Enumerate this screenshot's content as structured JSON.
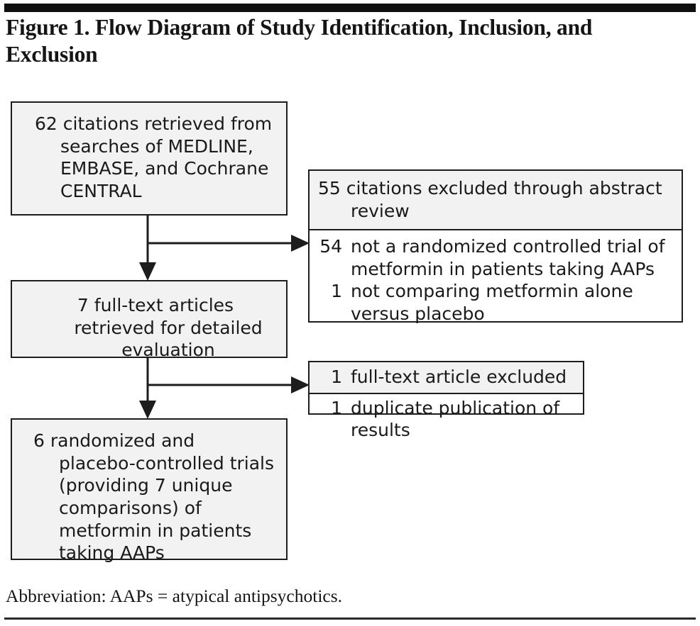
{
  "figure": {
    "title": "Figure 1. Flow Diagram of Study Identification, Inclusion, and Exclusion",
    "footnote": "Abbreviation: AAPs = atypical antipsychotics."
  },
  "flow": {
    "box_identified": "62 citations retrieved from searches of MEDLINE, EMBASE, and Cochrane CENTRAL",
    "box_fulltext": "7 full-text articles retrieved for detailed evaluation",
    "box_included": "6 randomized and placebo-controlled trials (providing 7 unique comparisons) of metformin in patients taking AAPs",
    "exclusion_abstract": {
      "header": "55 citations excluded through abstract review",
      "items": [
        {
          "count": "54",
          "reason": "not a randomized controlled trial of metformin in patients taking AAPs"
        },
        {
          "count": "1",
          "reason": "not comparing metformin alone versus placebo"
        }
      ]
    },
    "exclusion_fulltext": {
      "header": "1 full-text article excluded",
      "items": [
        {
          "count": "1",
          "reason": "duplicate publication of results"
        }
      ]
    }
  },
  "style": {
    "box_fill": "#f2f2f2",
    "box_border": "#1d1d1d",
    "rule_color": "#100f0f",
    "text_color": "#1a1a1a"
  }
}
